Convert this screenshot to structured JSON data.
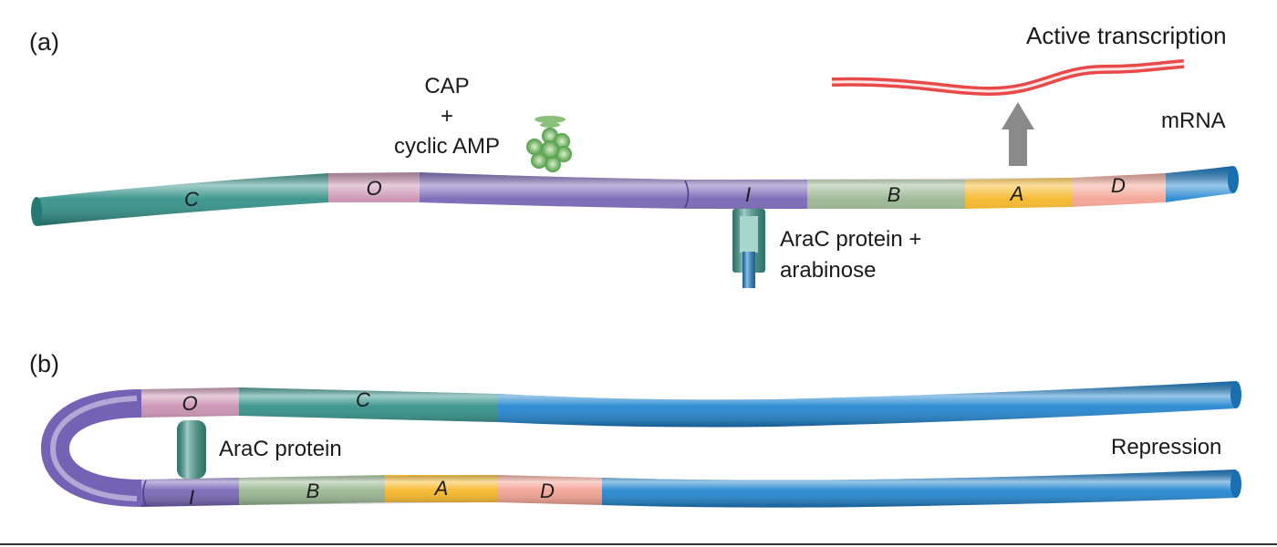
{
  "panels": {
    "a": {
      "panel_label": "(a)",
      "segments": [
        "C",
        "O",
        "",
        "I",
        "B",
        "A",
        "D",
        ""
      ],
      "cap_label_1": "CAP",
      "cap_label_2": "+",
      "cap_label_3": "cyclic AMP",
      "arac_label_1": "AraC protein +",
      "arac_label_2": "arabinose",
      "transcription_label": "Active transcription",
      "mrna_label": "mRNA"
    },
    "b": {
      "panel_label": "(b)",
      "upper_segments": [
        "O",
        "C",
        ""
      ],
      "lower_segments": [
        "I",
        "B",
        "A",
        "D",
        ""
      ],
      "arac_label": "AraC protein",
      "repression_label": "Repression"
    }
  },
  "colors": {
    "C": "#2f8f86",
    "O": "#c98fb0",
    "spacer": "#7462b4",
    "I": "#7462b4",
    "B": "#98b58f",
    "A": "#f6b624",
    "D": "#f3a191",
    "downstream": "#1f84cf",
    "mrna": "#ef5a5a",
    "arrow": "#8a8a8a",
    "cap": "#59a94f",
    "arac": "#3d9c8e"
  }
}
